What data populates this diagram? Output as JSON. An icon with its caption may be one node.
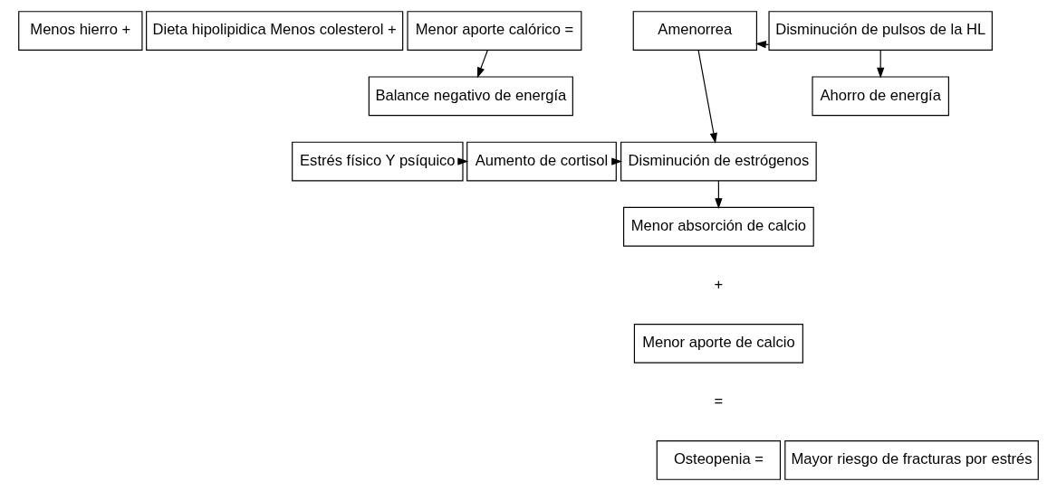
{
  "diagram": {
    "nodes": [
      {
        "text": [
          "Menos hierro +"
        ]
      },
      {
        "text": [
          "Dieta hipolipidica Menos colesterol +"
        ]
      },
      {
        "text": [
          "Menor aporte calórico ="
        ]
      },
      {
        "text": [
          "Amenorrea"
        ]
      },
      {
        "text": [
          "Disminución de pulsos de la HL"
        ]
      },
      {
        "text": [
          "Balance negativo de energía"
        ]
      },
      {
        "text": [
          "Ahorro de energía"
        ]
      },
      {
        "text": [
          "Estrés físico Y psíquico"
        ]
      },
      {
        "text": [
          "Aumento de cortisol"
        ]
      },
      {
        "text": [
          "Disminución de estrógenos"
        ]
      },
      {
        "text": [
          "Menor absorción de calcio"
        ]
      },
      {
        "text": [
          "Menor aporte de calcio"
        ]
      },
      {
        "text": [
          "Osteopenia ="
        ]
      },
      {
        "text": [
          "Mayor riesgo de fracturas por estrés"
        ]
      }
    ],
    "edges": [
      {
        "from": 4,
        "to": 3,
        "arrow": "to"
      },
      {
        "from": 2,
        "to": 5,
        "arrow": "to"
      },
      {
        "from": 4,
        "to": 6,
        "arrow": "to"
      },
      {
        "from": 3,
        "to": 9,
        "arrow": "to"
      },
      {
        "from": 7,
        "to": 8,
        "arrow": "to"
      },
      {
        "from": 8,
        "to": 9,
        "arrow": "to"
      },
      {
        "from": 9,
        "to": 10,
        "arrow": "to"
      }
    ],
    "labels": [
      "+",
      "="
    ]
  }
}
